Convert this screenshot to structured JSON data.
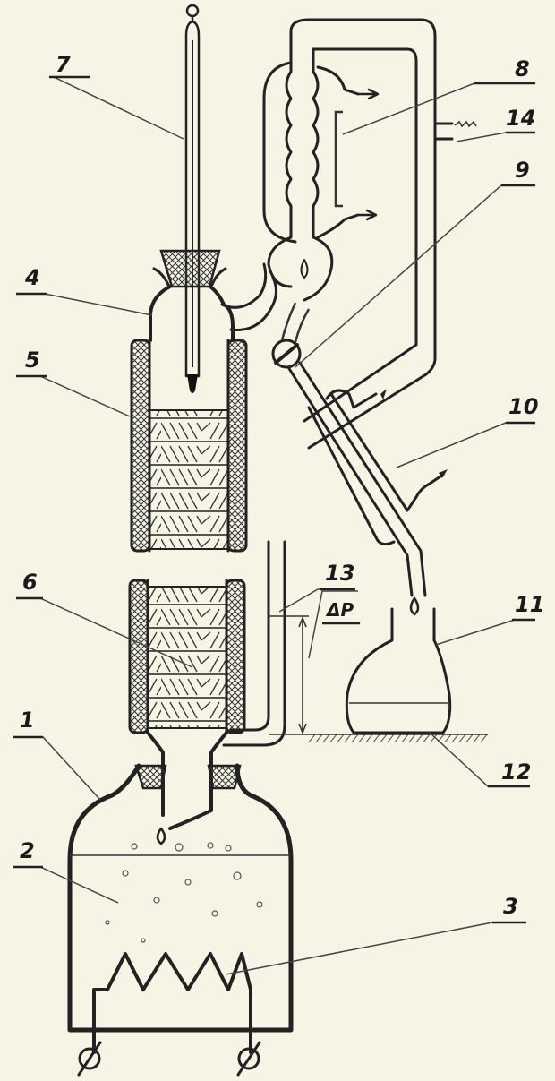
{
  "figure": {
    "labels": {
      "l1": "1",
      "l2": "2",
      "l3": "3",
      "l4": "4",
      "l5": "5",
      "l6": "6",
      "l7": "7",
      "l8": "8",
      "l9": "9",
      "l10": "10",
      "l11": "11",
      "l12": "12",
      "l13": "13",
      "l14": "14",
      "delta_p": "ΔP"
    },
    "colors": {
      "background": "#f6f4e4",
      "ink": "#1a1a1a"
    }
  }
}
